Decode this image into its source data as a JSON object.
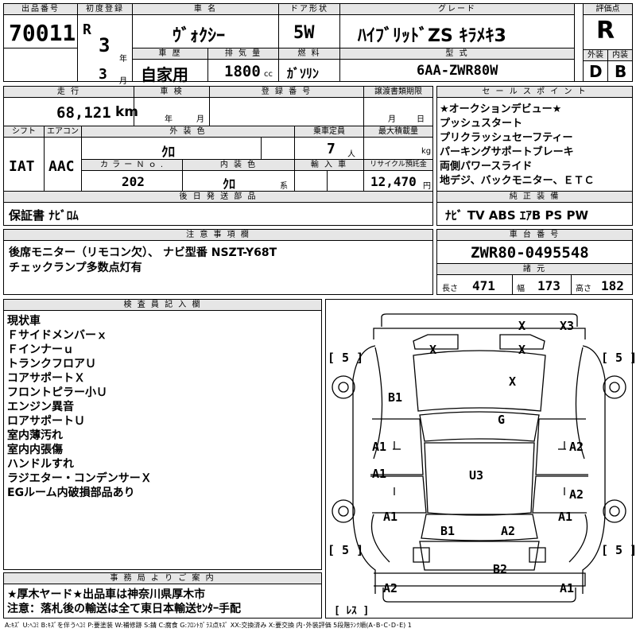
{
  "top": {
    "lot_no_label": "出品番号",
    "lot_no": "70011",
    "first_reg_label": "初度登録",
    "era": "R",
    "year": "3",
    "year_unit": "年",
    "month": "3",
    "month_unit": "月",
    "car_name_label": "車 名",
    "car_name": "ｳﾞｫｸｼｰ",
    "door_label": "ドア形状",
    "door": "5W",
    "grade_label": "グレード",
    "grade": "ﾊｲﾌﾞﾘｯﾄﾞZS ｷﾗﾒｷ3",
    "score_label": "評価点",
    "score": "R",
    "history_label": "車 歴",
    "history": "自家用",
    "displacement_label": "排 気 量",
    "displacement": "1800",
    "displacement_unit": "cc",
    "fuel_label": "燃 料",
    "fuel": "ｶﾞｿﾘﾝ",
    "model_label": "型 式",
    "model": "6AA-ZWR80W",
    "exterior_label": "外装",
    "exterior": "D",
    "interior_label": "内装",
    "interior": "B"
  },
  "mid": {
    "mileage_label": "走 行",
    "mileage": "68,121",
    "mileage_unit": "km",
    "inspection_label": "車 検",
    "insp_year_unit": "年",
    "insp_month_unit": "月",
    "reg_no_label": "登 録 番 号",
    "transfer_label": "譲渡書類期限",
    "transfer_month_unit": "月",
    "transfer_day_unit": "日",
    "shift_label": "シフト",
    "shift": "IAT",
    "ac_label": "エアコン",
    "ac": "AAC",
    "color_label": "外 装 色",
    "color": "ｸﾛ",
    "capacity_label": "乗車定員",
    "capacity": "7",
    "capacity_unit": "人",
    "load_label": "最大積載量",
    "load_unit": "kg",
    "color_no_label": "カ ラ ー Ｎ ｏ .",
    "color_no": "202",
    "interior_color_label": "内 装 色",
    "interior_color": "ｸﾛ",
    "interior_color_unit": "系",
    "import_label": "輸 入 車",
    "recycle_label": "リサイクル預託金",
    "recycle": "12,470",
    "recycle_unit": "円",
    "after_parts_label": "後 日 発 送 部 品",
    "after_parts": "保証書 ﾅﾋﾞﾛﾑ",
    "selling_label": "セ ー ル ス ポ イ ン ト",
    "selling_points": [
      "★オークションデビュー★",
      "プッシュスタート",
      "プリクラッシュセーフティー",
      "パーキングサポートブレーキ",
      "両側パワースライド",
      "地デジ、バックモニター、ＥＴＣ"
    ],
    "equipment_label": "純 正 装 備",
    "equipment": "ﾅﾋﾞ TV ABS ｴｱB PS PW",
    "notes_label": "注 意 事 項 欄",
    "notes": [
      "後席モニター（リモコン欠）、 ナビ型番 NSZT-Y68T",
      "チェックランプ多数点灯有"
    ],
    "chassis_label": "車 台 番 号",
    "chassis": "ZWR80-0495548",
    "spec_label": "諸 元",
    "length_label": "長さ",
    "length": "471",
    "width_label": "幅",
    "width": "173",
    "height_label": "高さ",
    "height": "182"
  },
  "inspector": {
    "label": "検 査 員 記 入 欄",
    "items": [
      "現状車",
      "Ｆサイドメンバーｘ",
      "Ｆインナーｕ",
      "トランクフロアＵ",
      "コアサポートＸ",
      "フロントピラー小Ｕ",
      "エンジン異音",
      "ロアサポートＵ",
      "室内薄汚れ",
      "室内内張傷",
      "ハンドルすれ",
      "ラジエター・コンデンサーＸ",
      "EGルーム内破損部品あり"
    ]
  },
  "diagram": {
    "codes": {
      "x_hood_top": "X",
      "x3": "X3",
      "x_lamp_l": "X",
      "x_lamp_r": "X",
      "x_hood": "X",
      "b1_fender": "B1",
      "g_glass": "G",
      "a1_door_l1": "A1",
      "a2_door_r1": "A2",
      "a1_door_l2": "A1",
      "u3_roof": "U3",
      "a2_door_r2": "A2",
      "a1_rear_l": "A1",
      "b1_rear": "B1",
      "a2_rear": "A2",
      "a1_rear_r": "A1",
      "b2_bumper": "B2",
      "a2_bumper_l": "A2",
      "a1_bumper_r": "A1"
    },
    "tire_fl": "[ 5 ]",
    "tire_fr": "[ 5 ]",
    "tire_rl": "[ 5 ]",
    "tire_rr": "[ 5 ]",
    "spare": "[ ﾚｽ ]"
  },
  "office": {
    "label": "事 務 局 よ り ご 案 内",
    "lines": [
      "★厚木ヤード★出品車は神奈川県厚木市",
      "注意：落札後の輸送は全て東日本輸送ｾﾝﾀｰ手配"
    ]
  },
  "footer": "A:ｷｽﾞ U:ﾍｺﾐ B:ｷｽﾞを伴うﾍｺﾐ P:要塗装 W:補修跡 S:錆 C:腐食 G:ﾌﾛﾝﾄｶﾞﾗｽ点ｷｽﾞ XX:交換済み X:要交換 内･外装評価 5段階ﾗﾝｸ順(A･B･C･D･E) 1"
}
